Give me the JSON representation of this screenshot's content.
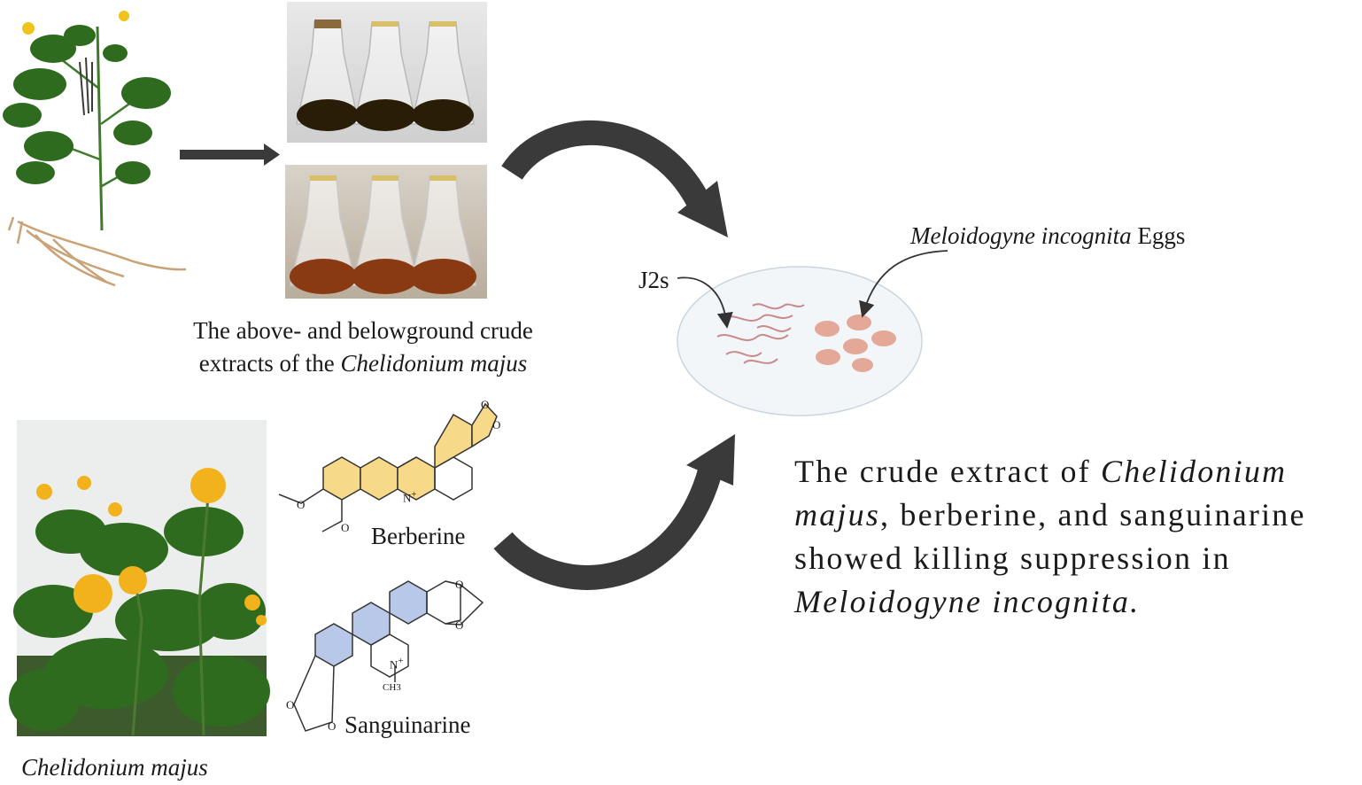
{
  "extracts": {
    "caption_line1": "The above- and belowground crude",
    "caption_line2_prefix": "extracts of the ",
    "caption_line2_species": "Chelidonium majus"
  },
  "plant_photo": {
    "caption": "Chelidonium majus"
  },
  "compounds": {
    "berberine": {
      "name": "Berberine",
      "color": "#f7d98a",
      "atom_n": "N",
      "atom_charge": "+",
      "atom_o": "O"
    },
    "sanguinarine": {
      "name": "Sanguinarine",
      "color": "#b8c8e8",
      "atom_n": "N",
      "atom_charge": "+",
      "methyl": "CH3",
      "atom_o": "O"
    }
  },
  "petri_dish": {
    "j2s_label": "J2s",
    "eggs_label_species": "Meloidogyne incognita",
    "eggs_label_suffix": " Eggs"
  },
  "conclusion": {
    "line1_prefix": "The crude extract of ",
    "line1_species": "Chelidonium",
    "line2_species": "majus",
    "line2_suffix": ", berberine, and sanguinarine",
    "line3": "showed killing suppression in",
    "line4_species": "Meloidogyne incognita."
  },
  "colors": {
    "arrow": "#3a3a3a",
    "extract_dark": "#2a1d08",
    "extract_red": "#8a3a12",
    "leaf": "#2f6b1e",
    "flower": "#f2b21c",
    "root": "#c9a276",
    "nematode": "#c98a8a",
    "egg": "#e3a897",
    "dish": "#eef3f7"
  }
}
